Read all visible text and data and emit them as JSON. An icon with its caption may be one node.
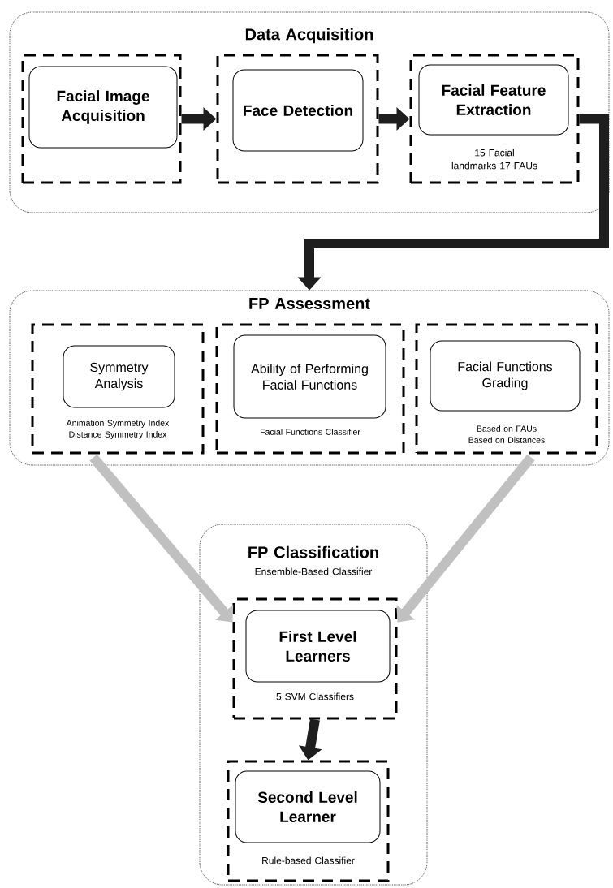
{
  "diagram": {
    "nodes": [
      {
        "text": [
          "Data Acquisition"
        ]
      },
      {
        "text": [],
        "shape": "box",
        "in": 0
      },
      {
        "text": [
          "Facial Image Acquisition"
        ],
        "in": 1
      },
      {
        "text": [],
        "shape": "box",
        "in": 0
      },
      {
        "text": [
          "Face Detection"
        ],
        "in": 3
      },
      {
        "text": [
          "15 Facial landmarks 17 FAUs"
        ],
        "in": 0
      },
      {
        "text": [
          "Facial Feature Extraction"
        ],
        "in": 5
      },
      {
        "text": [
          "FP Assessment"
        ]
      },
      {
        "text": [
          "Animation Symmetry Index Distance Symmetry Index"
        ],
        "in": 7
      },
      {
        "text": [
          "Symmetry Analysis"
        ],
        "in": 8
      },
      {
        "text": [
          "Facial Functions Classifier"
        ],
        "in": 7
      },
      {
        "text": [
          "Ability of Performing Facial Functions"
        ],
        "in": 10
      },
      {
        "text": [
          "Based on FAUs Based on Distances"
        ],
        "in": 7
      },
      {
        "text": [
          "Facial Functions Grading"
        ],
        "in": 12
      },
      {
        "text": [
          "FP Classification",
          "Ensemble-Based Classifier"
        ]
      },
      {
        "text": [
          "5 SVM Classifiers"
        ],
        "in": 14
      },
      {
        "text": [
          "First Level Learners"
        ],
        "in": 15
      },
      {
        "text": [
          "Rule-based Classifier"
        ],
        "in": 14
      },
      {
        "text": [
          "Second Level Learner"
        ],
        "in": 17
      }
    ],
    "edges": [
      {
        "from": 1,
        "to": 3,
        "arrow": "to"
      },
      {
        "from": 3,
        "to": 5,
        "arrow": "to"
      },
      {
        "from": 5,
        "to": 7,
        "arrow": "to"
      },
      {
        "from": 8,
        "to": 15,
        "arrow": "to",
        "color": "#c0c0c0"
      },
      {
        "from": 12,
        "to": 15,
        "arrow": "to",
        "color": "#c0c0c0"
      },
      {
        "from": 15,
        "to": 17,
        "arrow": "to"
      }
    ]
  }
}
